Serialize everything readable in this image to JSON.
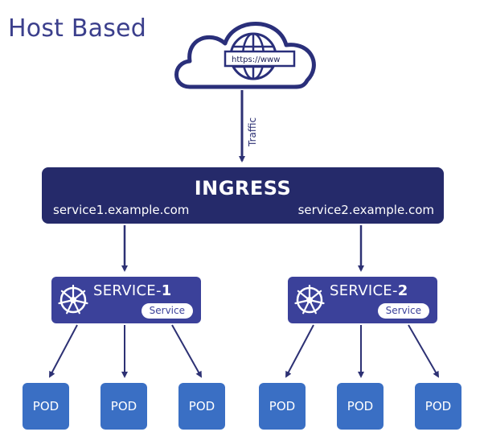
{
  "diagram": {
    "title": "Host Based",
    "cloud": {
      "url_label": "https://www"
    },
    "traffic_label": "Traffic",
    "ingress": {
      "title": "INGRESS",
      "host_left": "service1.example.com",
      "host_right": "service2.example.com"
    },
    "services": [
      {
        "name_prefix": "SERVICE-",
        "name_number": "1",
        "badge": "Service"
      },
      {
        "name_prefix": "SERVICE-",
        "name_number": "2",
        "badge": "Service"
      }
    ],
    "pods": [
      "POD",
      "POD",
      "POD",
      "POD",
      "POD",
      "POD"
    ]
  },
  "colors": {
    "navy": "#252a6a",
    "service_blue": "#3b419a",
    "pod_blue": "#3a6fc4",
    "title_color": "#3b3f8c"
  }
}
